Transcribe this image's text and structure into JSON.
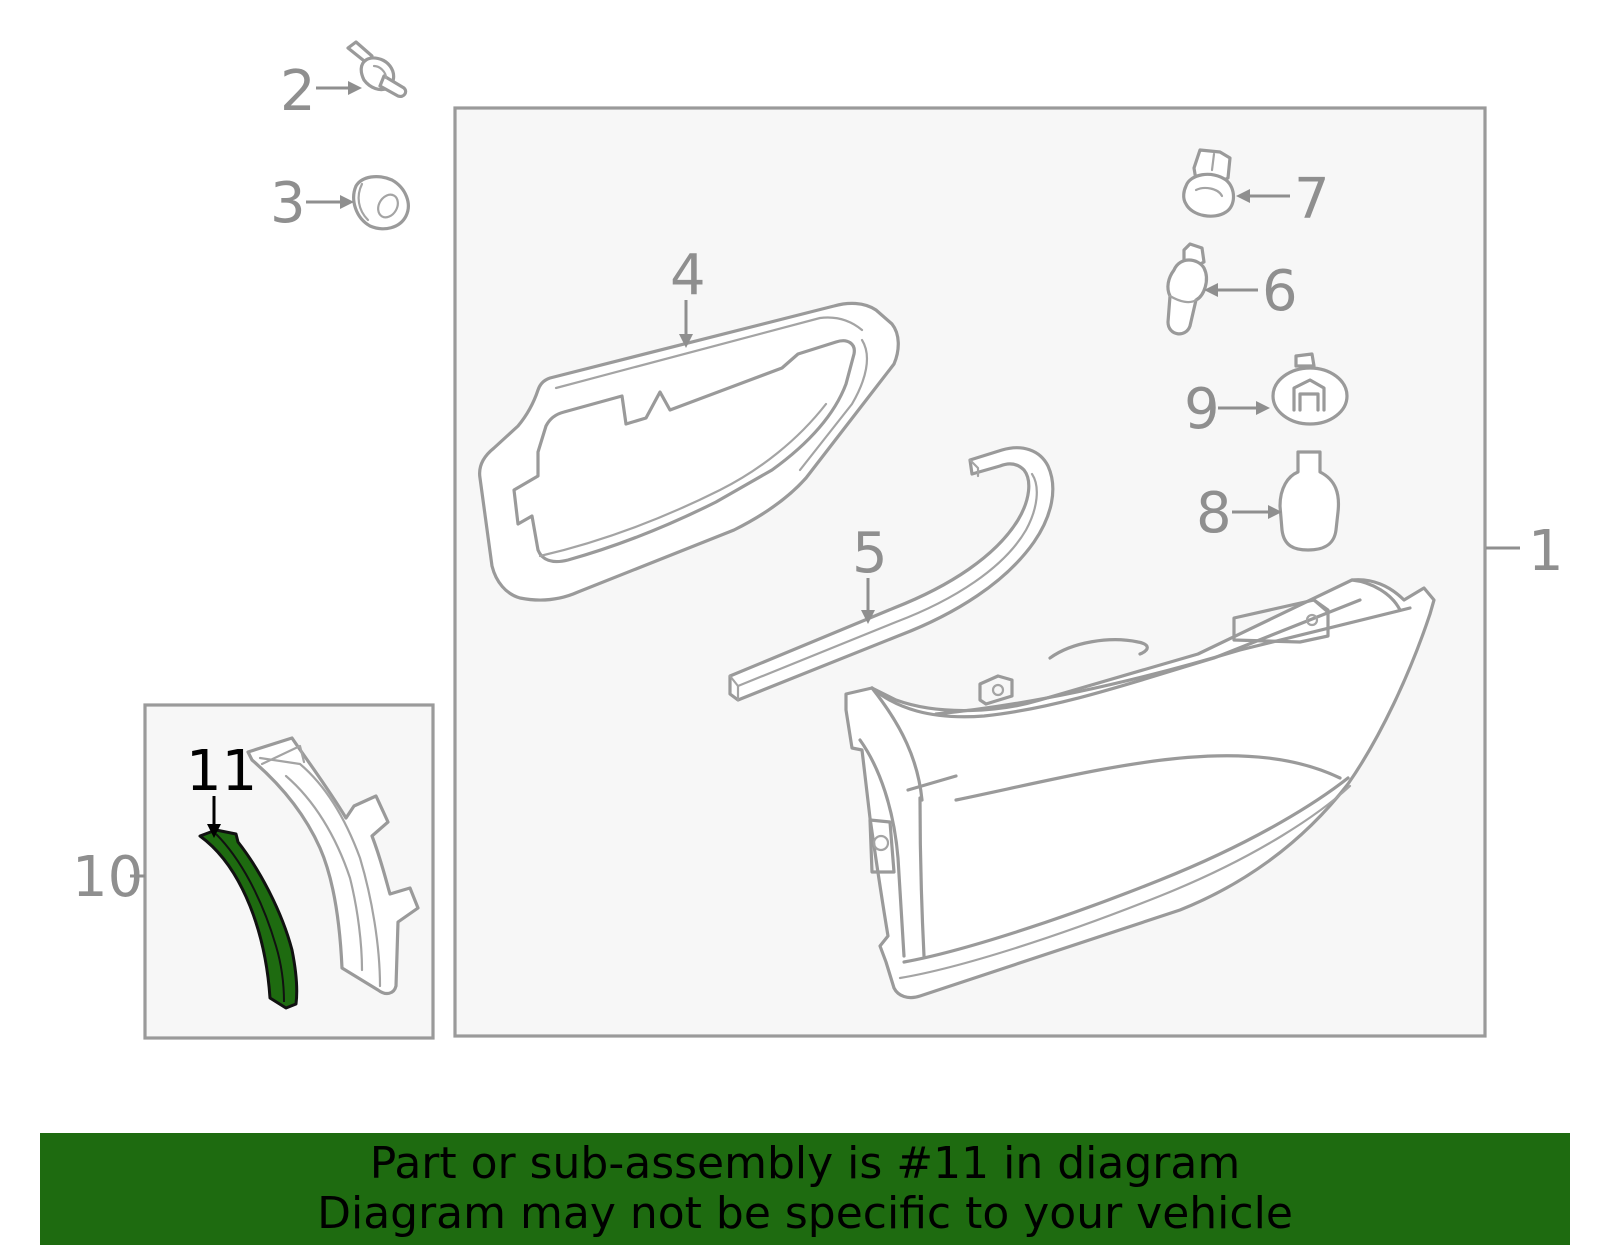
{
  "diagram": {
    "callouts": [
      {
        "id": "1",
        "label": "1"
      },
      {
        "id": "2",
        "label": "2"
      },
      {
        "id": "3",
        "label": "3"
      },
      {
        "id": "4",
        "label": "4"
      },
      {
        "id": "5",
        "label": "5"
      },
      {
        "id": "6",
        "label": "6"
      },
      {
        "id": "7",
        "label": "7"
      },
      {
        "id": "8",
        "label": "8"
      },
      {
        "id": "9",
        "label": "9"
      },
      {
        "id": "10",
        "label": "10"
      },
      {
        "id": "11",
        "label": "11",
        "highlighted": true
      }
    ],
    "colors": {
      "line_art": "#9a9a9a",
      "box_fill": "#f7f7f7",
      "highlight_part": "#1e6b10",
      "banner": "#1e6b10"
    }
  },
  "banner": {
    "line1": "Part or sub-assembly is #11 in diagram",
    "line2": "Diagram may not be specific to your vehicle"
  }
}
